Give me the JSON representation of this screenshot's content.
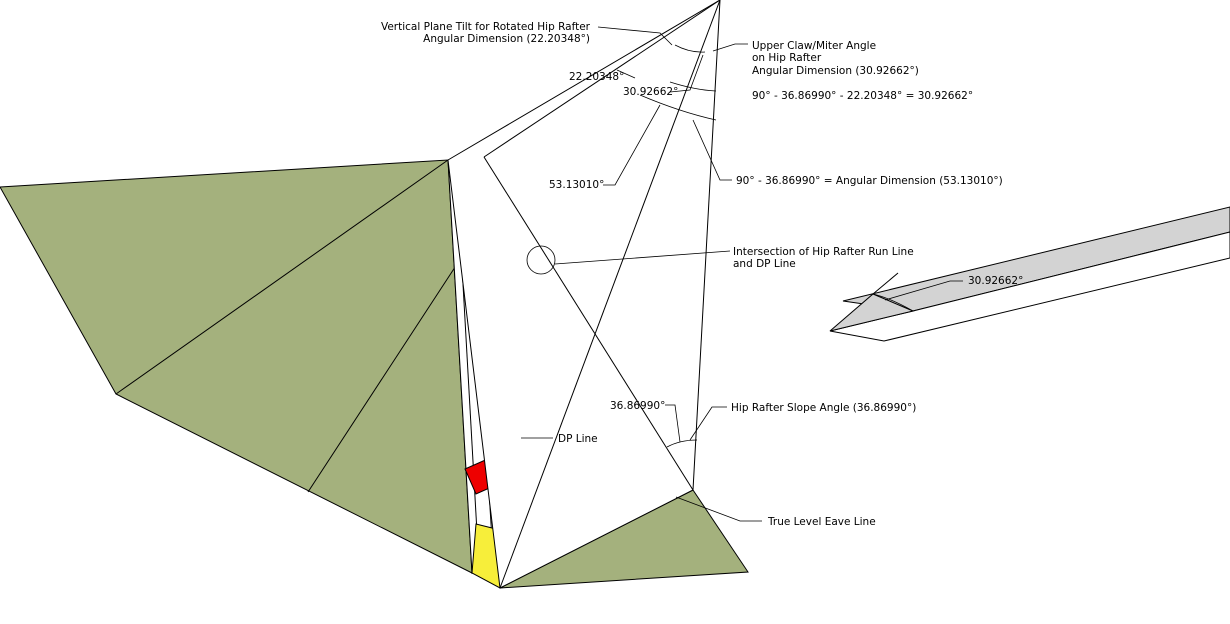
{
  "colors": {
    "roof_face": "#a4b17d",
    "red_block": "#ee0000",
    "yellow_block": "#f7ee3a",
    "rafter_top": "#d3d3d3",
    "lines": "#000000"
  },
  "labels": {
    "vertical_plane_line1": "Vertical Plane Tilt for Rotated Hip Rafter",
    "vertical_plane_line2": "Angular Dimension (22.20348°)",
    "angle_22": "22.20348°",
    "angle_30": "30.92662°",
    "upper_claw_line1": "Upper Claw/Miter Angle",
    "upper_claw_line2": "on Hip Rafter",
    "upper_claw_line3": "Angular Dimension (30.92662°)",
    "equation_30": "90° - 36.86990° - 22.20348° = 30.92662°",
    "angle_53": "53.13010°",
    "equation_53": "90° - 36.86990° = Angular Dimension (53.13010°)",
    "intersection_line1": "Intersection of Hip Rafter Run Line",
    "intersection_line2": "and DP Line",
    "angle_36": "36.86990°",
    "hip_slope": "Hip Rafter Slope Angle (36.86990°)",
    "dp_line": "DP Line",
    "eave_line": "True Level Eave Line",
    "rafter_angle": "30.92662°"
  }
}
